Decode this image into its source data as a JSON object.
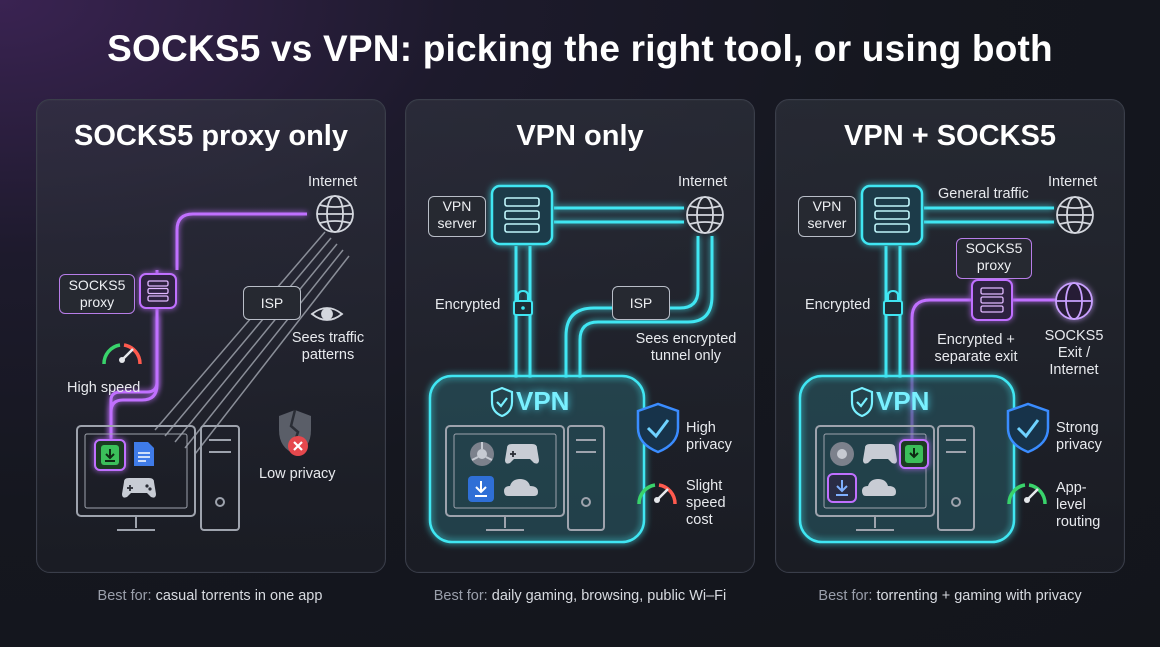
{
  "title": "SOCKS5 vs VPN: picking the right tool, or using both",
  "colors": {
    "socks": "#c070ff",
    "vpn": "#3fe6f2",
    "speed_green": "#39d36b",
    "speed_red": "#ff5a4e",
    "bg": "#15171f"
  },
  "panels": [
    {
      "title": "SOCKS5 proxy only",
      "internet": "Internet",
      "proxy": "SOCKS5 proxy",
      "isp": "ISP",
      "isp_note": "Sees traffic patterns",
      "speed": "High speed",
      "privacy": "Low privacy",
      "footer_prefix": "Best for:",
      "footer_text": "casual torrents in one app"
    },
    {
      "title": "VPN only",
      "server": "VPN server",
      "internet": "Internet",
      "encrypted": "Encrypted",
      "isp": "ISP",
      "isp_note": "Sees encrypted tunnel only",
      "vpn": "VPN",
      "privacy": "High privacy",
      "speed": "Slight speed cost",
      "footer_prefix": "Best for:",
      "footer_text": "daily gaming, browsing, public Wi–Fi"
    },
    {
      "title": "VPN + SOCKS5",
      "server": "VPN server",
      "general": "General traffic",
      "internet": "Internet",
      "proxy": "SOCKS5 proxy",
      "encrypted": "Encrypted",
      "enc_sep": "Encrypted + separate exit",
      "exit": "SOCKS5 Exit / Internet",
      "vpn": "VPN",
      "privacy": "Strong privacy",
      "routing": "App-level routing",
      "footer_prefix": "Best for:",
      "footer_text": "torrenting + gaming with privacy"
    }
  ]
}
